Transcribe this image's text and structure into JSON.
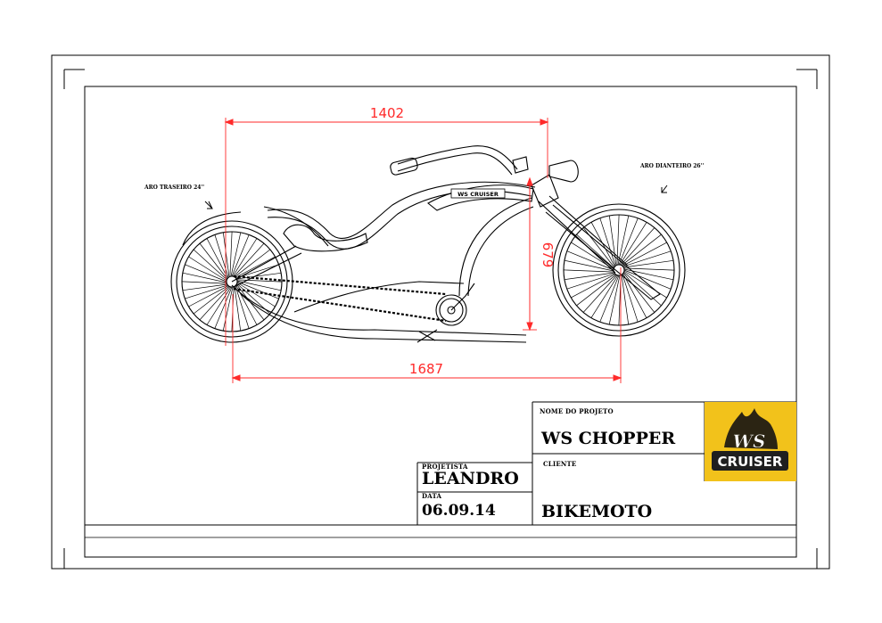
{
  "drawing": {
    "dimensions": {
      "wheelbase": "1402",
      "overall_length": "1687",
      "height": "679"
    },
    "notes": {
      "rear_wheel": "ARO TRASEIRO 24''",
      "front_wheel": "ARO DIANTEIRO 26''"
    },
    "tank_badge": "WS CRUISER",
    "colors": {
      "dimension": "#ff2a2a",
      "line": "#000000",
      "logo_bg": "#f2c21b"
    }
  },
  "title_block": {
    "project_name_label": "NOME DO PROJETO",
    "project_name": "WS CHOPPER",
    "client_label": "CLIENTE",
    "client": "BIKEMOTO",
    "designer_label": "PROJETISTA",
    "designer": "LEANDRO",
    "date_label": "DATA",
    "date": "06.09.14",
    "logo": {
      "line1": "WS",
      "line2": "CRUISER"
    }
  }
}
